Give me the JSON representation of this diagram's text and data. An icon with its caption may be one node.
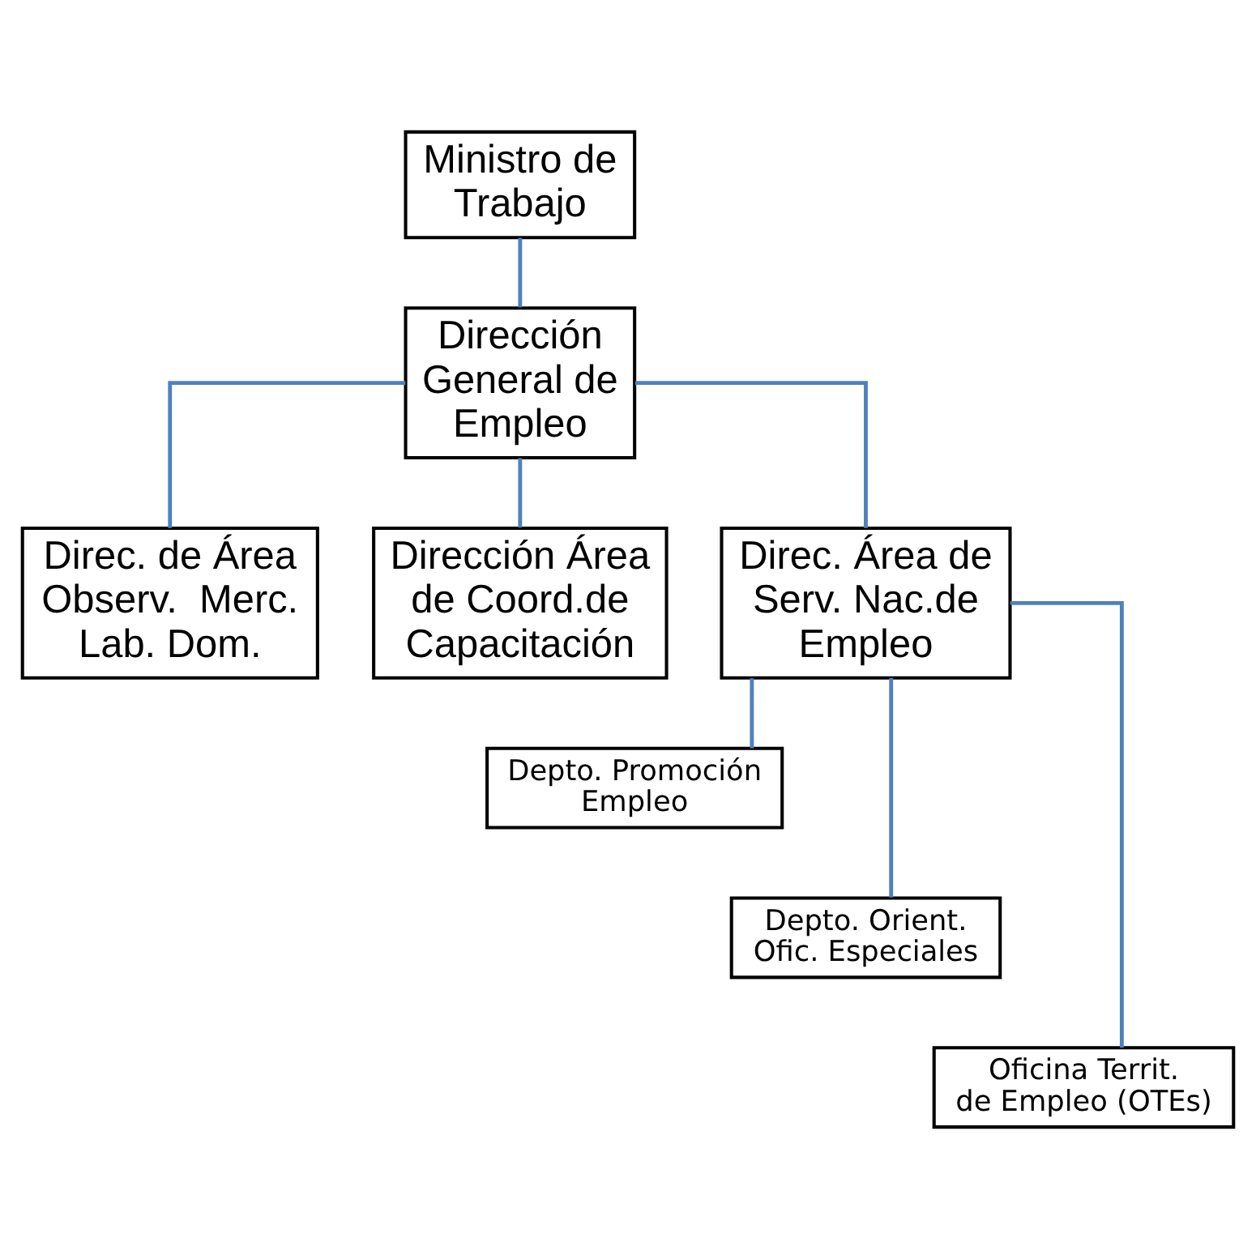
{
  "diagram": {
    "nodes": [
      {
        "text": [
          "Ministro de Trabajo"
        ]
      },
      {
        "text": [
          "Dirección General de Empleo"
        ]
      },
      {
        "text": [
          "Direc. de Área Observ.  Merc. Lab. Dom."
        ]
      },
      {
        "text": [
          "Dirección Área de Coord.de Capacitación"
        ]
      },
      {
        "text": [
          "Direc. Área de Serv. Nac.de Empleo"
        ]
      },
      {
        "text": [
          "Depto. Promoción Empleo"
        ]
      },
      {
        "text": [
          "Depto. Orient. Ofic. Especiales"
        ]
      },
      {
        "text": [
          "Oficina Territ. de Empleo (OTEs)"
        ]
      }
    ],
    "edges": [
      {
        "from": 0,
        "to": 1,
        "arrow": "none"
      },
      {
        "from": 1,
        "to": 2,
        "arrow": "none"
      },
      {
        "from": 1,
        "to": 3,
        "arrow": "none"
      },
      {
        "from": 1,
        "to": 4,
        "arrow": "none"
      },
      {
        "from": 4,
        "to": 5,
        "arrow": "none"
      },
      {
        "from": 4,
        "to": 6,
        "arrow": "none"
      },
      {
        "from": 4,
        "to": 7,
        "arrow": "none"
      }
    ]
  }
}
